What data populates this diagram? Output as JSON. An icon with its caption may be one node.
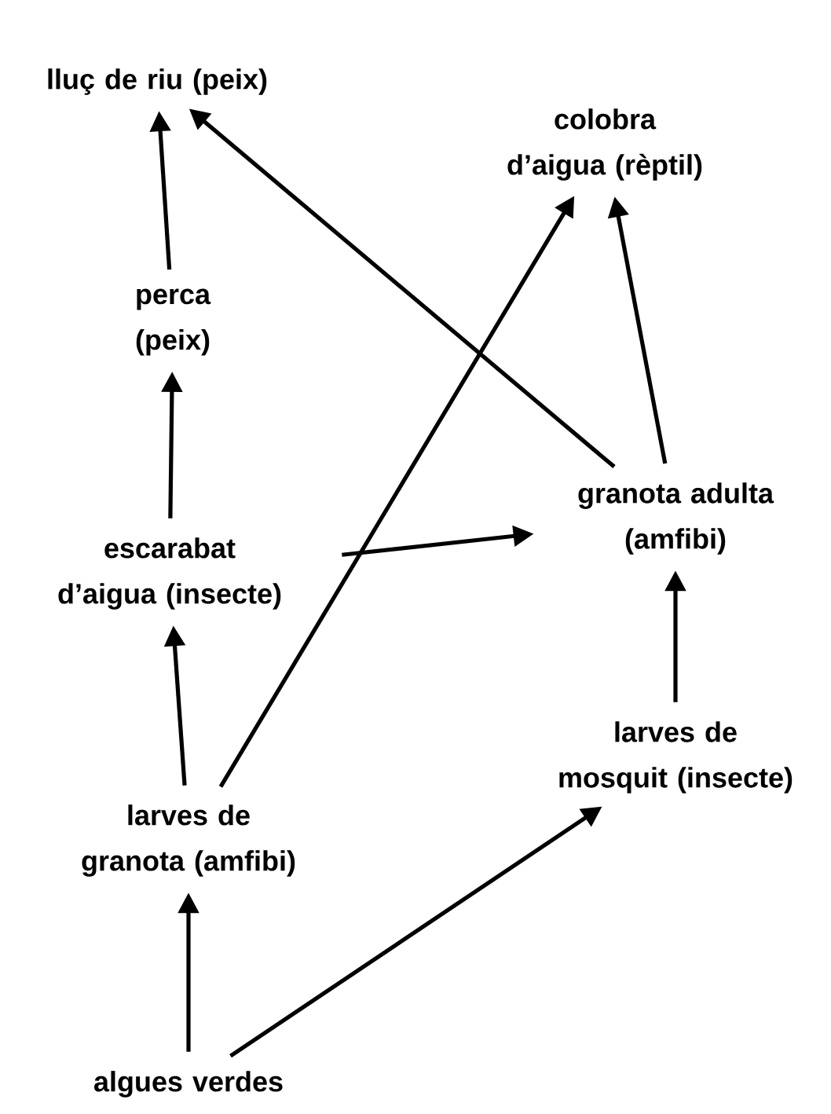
{
  "diagram": {
    "nodes": [
      {
        "text": [
          "lluç de riu (peix)"
        ]
      },
      {
        "text": [
          "colobra d’aigua (rèptil)"
        ]
      },
      {
        "text": [
          "perca (peix)"
        ]
      },
      {
        "text": [
          "granota adulta (amfibi)"
        ]
      },
      {
        "text": [
          "escarabat d’aigua (insecte)"
        ]
      },
      {
        "text": [
          "larves de mosquit (insecte)"
        ]
      },
      {
        "text": [
          "larves de granota (amfibi)"
        ]
      },
      {
        "text": [
          "algues verdes"
        ]
      }
    ],
    "edges": [
      {
        "from": 2,
        "to": 0,
        "arrow": "to"
      },
      {
        "from": 3,
        "to": 0,
        "arrow": "to"
      },
      {
        "from": 6,
        "to": 1,
        "arrow": "to"
      },
      {
        "from": 3,
        "to": 1,
        "arrow": "to"
      },
      {
        "from": 4,
        "to": 2,
        "arrow": "to"
      },
      {
        "from": 4,
        "to": 3,
        "arrow": "to"
      },
      {
        "from": 5,
        "to": 3,
        "arrow": "to"
      },
      {
        "from": 6,
        "to": 4,
        "arrow": "to"
      },
      {
        "from": 7,
        "to": 6,
        "arrow": "to"
      },
      {
        "from": 7,
        "to": 5,
        "arrow": "to"
      }
    ]
  }
}
